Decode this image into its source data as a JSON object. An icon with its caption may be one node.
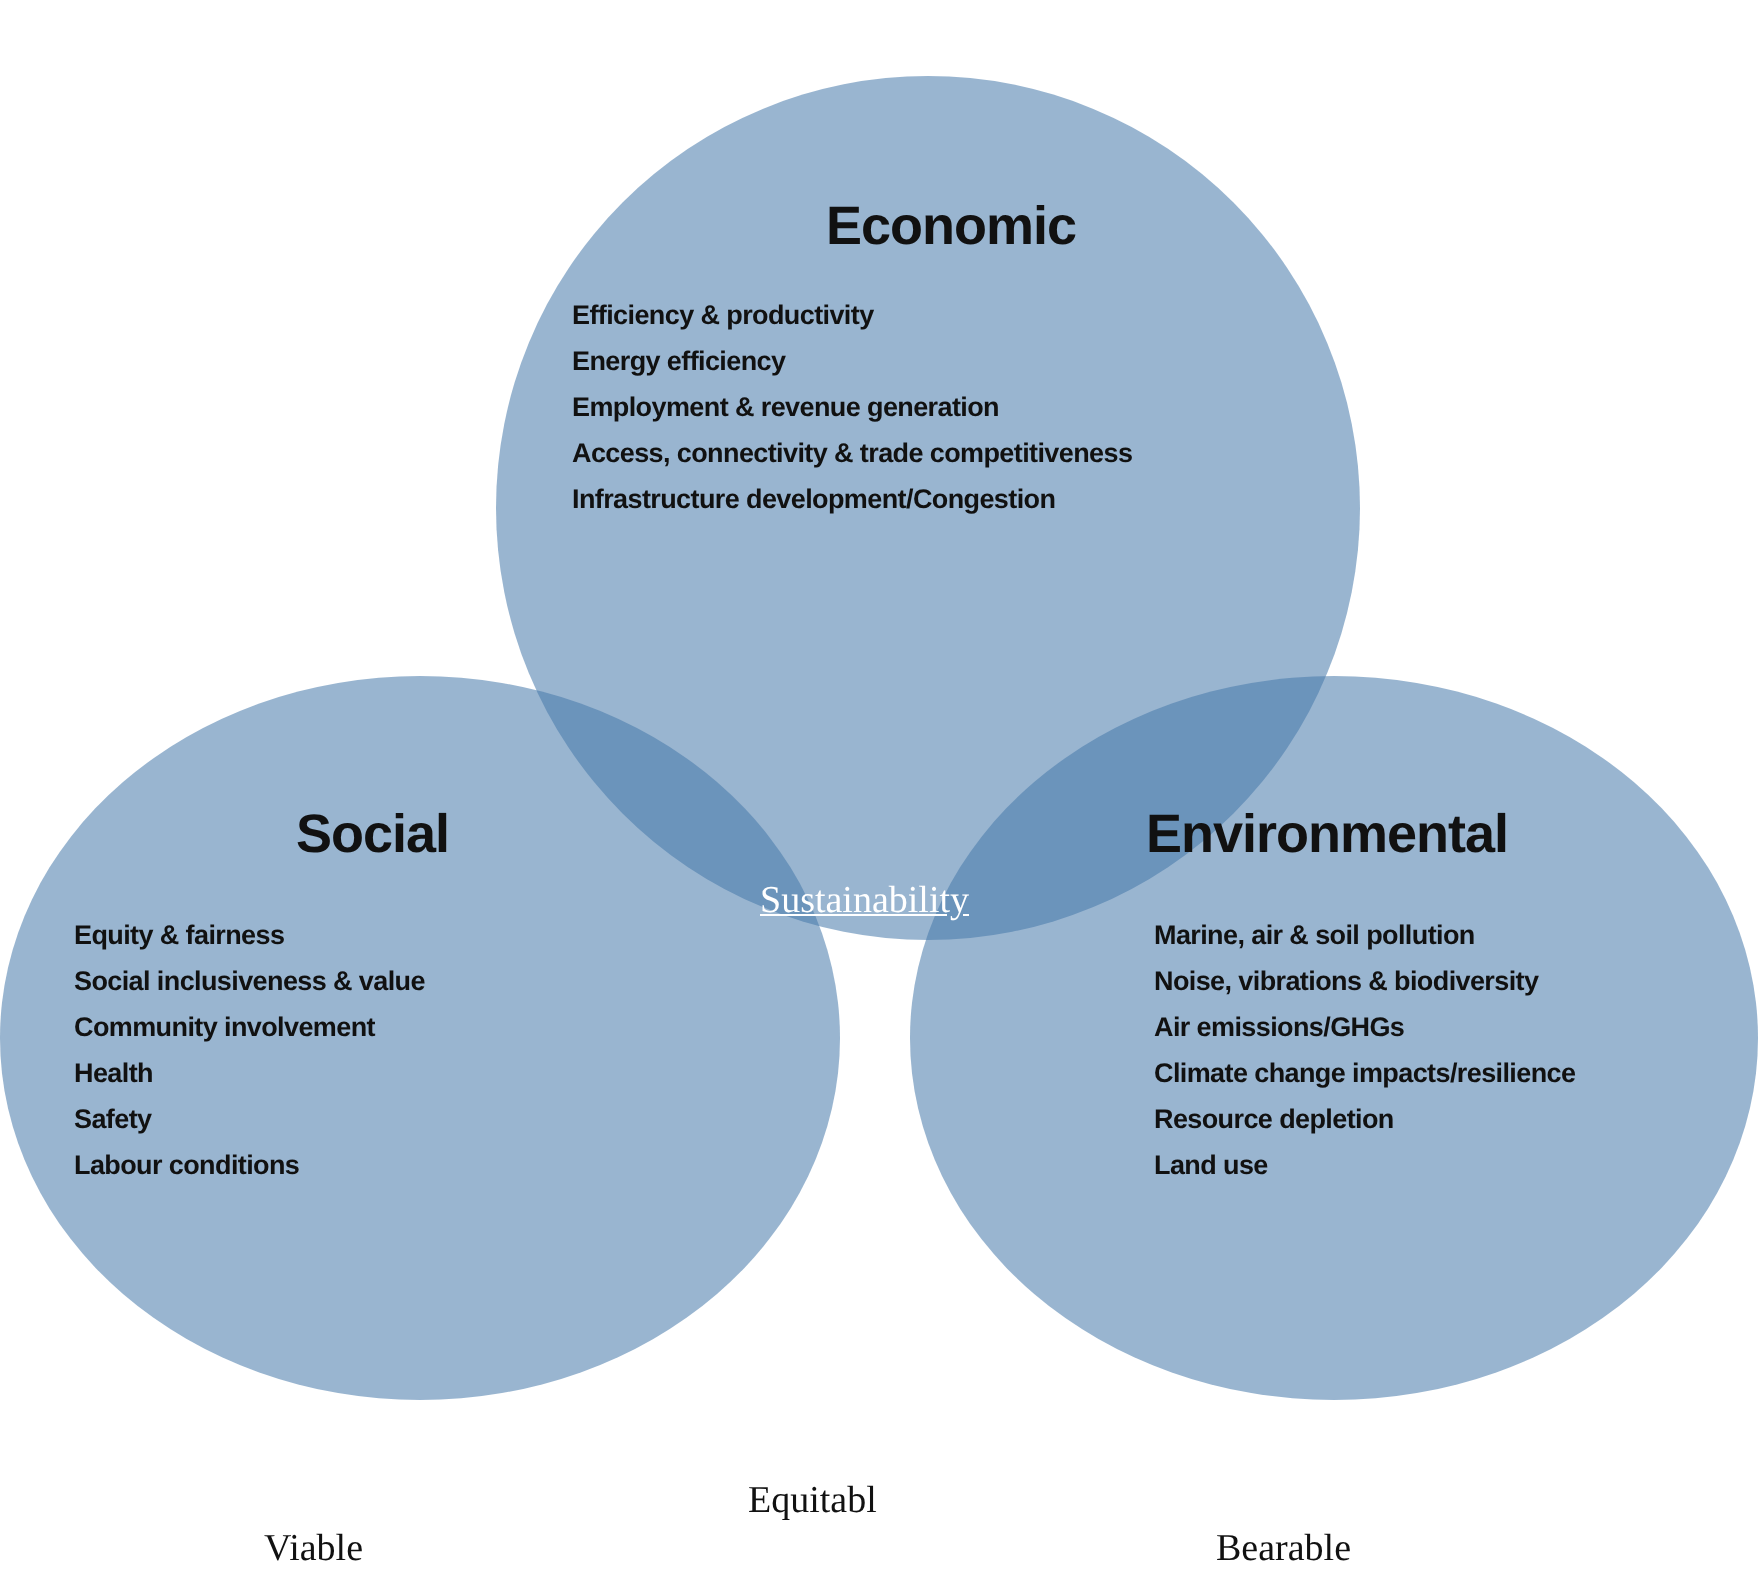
{
  "diagram": {
    "nodes": [
      {
        "text": [
          "Economic",
          "Efficiency & productivity",
          "Energy efficiency",
          "Employment & revenue generation",
          "Access, connectivity & trade competitiveness",
          "Infrastructure development/Congestion"
        ]
      },
      {
        "text": [
          "Social",
          "Equity & fairness",
          "Social inclusiveness & value",
          "Community involvement",
          "Health",
          "Safety",
          "Labour conditions"
        ]
      },
      {
        "text": [
          "Environmental",
          "Marine, air & soil pollution",
          "Noise, vibrations & biodiversity",
          "Air emissions/GHGs",
          "Climate change impacts/resilience",
          "Resource depletion",
          "Land use"
        ]
      }
    ],
    "edges": [],
    "labels": [
      "Sustainability",
      "Equitabl",
      "Viable",
      "Bearable"
    ]
  }
}
